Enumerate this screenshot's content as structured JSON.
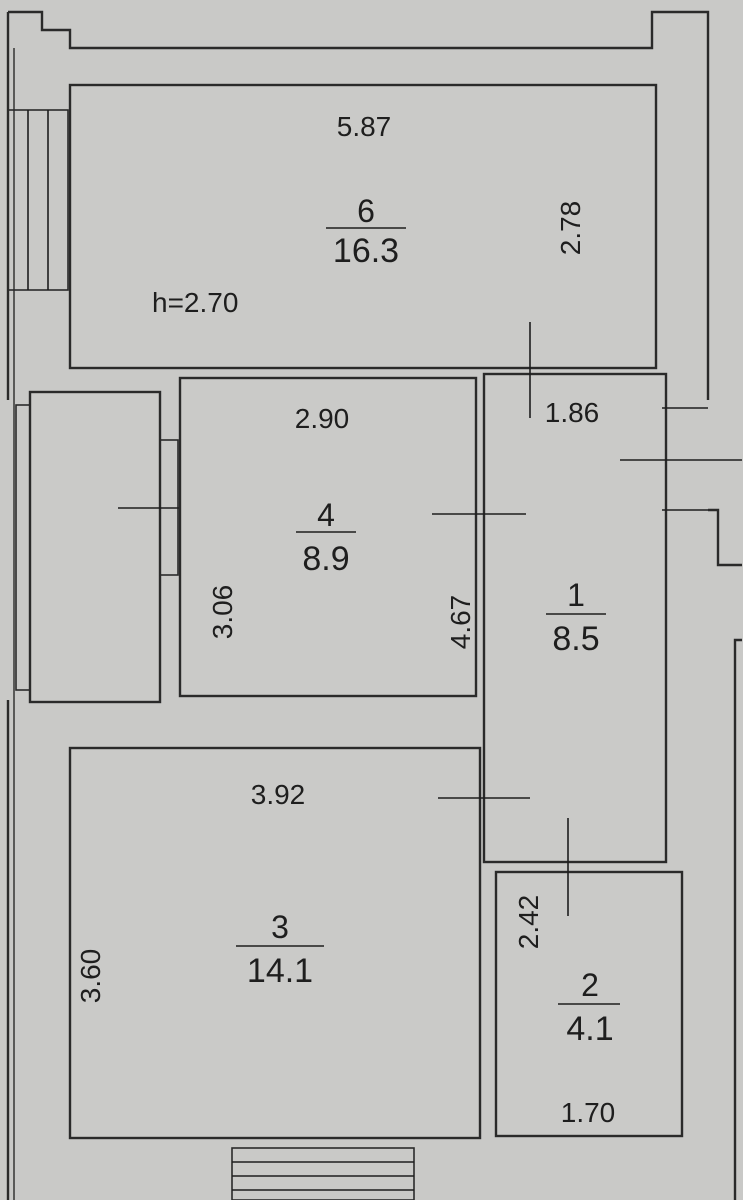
{
  "plan": {
    "ceiling_height": "h=2.70",
    "rooms": [
      {
        "number": "6",
        "area": "16.3",
        "width": "5.87",
        "depth": "2.78"
      },
      {
        "number": "4",
        "area": "8.9",
        "width": "2.90",
        "depth": "3.06"
      },
      {
        "number": "1",
        "area": "8.5",
        "width": "1.86",
        "depth": "4.67"
      },
      {
        "number": "3",
        "area": "14.1",
        "width": "3.92",
        "depth": "3.60"
      },
      {
        "number": "2",
        "area": "4.1",
        "width": "1.70",
        "depth": "2.42"
      }
    ]
  }
}
